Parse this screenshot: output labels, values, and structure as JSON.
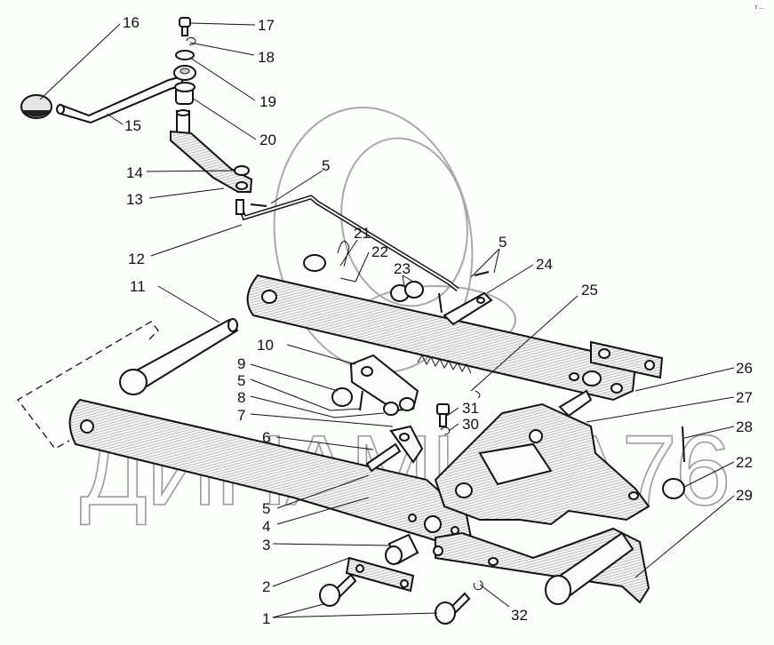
{
  "diagram": {
    "title": "Exploded parts diagram — lower link / hitch control linkage",
    "watermark": "ДИНАМИКА76",
    "corner_mark": "r ...",
    "colors": {
      "ink": "#111111",
      "paper": "#fdfffd",
      "watermark": "#9a9a9a"
    },
    "callouts": [
      {
        "id": "c1",
        "label": "1"
      },
      {
        "id": "c2",
        "label": "2"
      },
      {
        "id": "c3",
        "label": "3"
      },
      {
        "id": "c4",
        "label": "4"
      },
      {
        "id": "c5a",
        "label": "5"
      },
      {
        "id": "c5b",
        "label": "5"
      },
      {
        "id": "c5c",
        "label": "5"
      },
      {
        "id": "c5d",
        "label": "5"
      },
      {
        "id": "c6",
        "label": "6"
      },
      {
        "id": "c7",
        "label": "7"
      },
      {
        "id": "c8",
        "label": "8"
      },
      {
        "id": "c9",
        "label": "9"
      },
      {
        "id": "c10",
        "label": "10"
      },
      {
        "id": "c11",
        "label": "11"
      },
      {
        "id": "c12",
        "label": "12"
      },
      {
        "id": "c13",
        "label": "13"
      },
      {
        "id": "c14",
        "label": "14"
      },
      {
        "id": "c15",
        "label": "15"
      },
      {
        "id": "c16",
        "label": "16"
      },
      {
        "id": "c17",
        "label": "17"
      },
      {
        "id": "c18",
        "label": "18"
      },
      {
        "id": "c19",
        "label": "19"
      },
      {
        "id": "c20",
        "label": "20"
      },
      {
        "id": "c21",
        "label": "21"
      },
      {
        "id": "c22a",
        "label": "22"
      },
      {
        "id": "c22b",
        "label": "22"
      },
      {
        "id": "c23",
        "label": "23"
      },
      {
        "id": "c24",
        "label": "24"
      },
      {
        "id": "c25",
        "label": "25"
      },
      {
        "id": "c26",
        "label": "26"
      },
      {
        "id": "c27",
        "label": "27"
      },
      {
        "id": "c28",
        "label": "28"
      },
      {
        "id": "c29",
        "label": "29"
      },
      {
        "id": "c30",
        "label": "30"
      },
      {
        "id": "c31",
        "label": "31"
      },
      {
        "id": "c32",
        "label": "32"
      }
    ]
  }
}
